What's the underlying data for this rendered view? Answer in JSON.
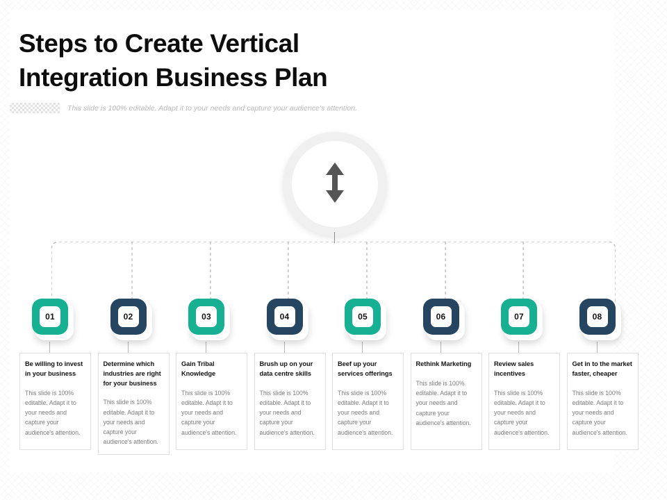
{
  "slide": {
    "title": "Steps to Create Vertical\nIntegration Business Plan",
    "subtitle": "This slide is 100% editable. Adapt it to your needs and capture your audience's attention.",
    "hub_icon": "up-down-arrow-icon"
  },
  "theme": {
    "teal": "#17b093",
    "navy": "#254560",
    "ring": "#f0f0f0",
    "dash": "#a8a8a8",
    "card_border": "#dedede",
    "body_text": "#7d7d7d",
    "title_text": "#0d0d0d"
  },
  "steps": [
    {
      "number": "01",
      "color": "teal",
      "title": "Be willing to invest in your business",
      "body": "This slide is 100% editable. Adapt it to your needs and capture your audience's attention."
    },
    {
      "number": "02",
      "color": "navy",
      "title": "Determine which industries are right for your business",
      "body": "This slide is 100% editable. Adapt it to your needs and capture your audience's attention."
    },
    {
      "number": "03",
      "color": "teal",
      "title": "Gain Tribal Knowledge",
      "body": "This slide is 100% editable. Adapt it to your needs and capture your audience's attention."
    },
    {
      "number": "04",
      "color": "navy",
      "title": "Brush up on your data centre skills",
      "body": "This slide is 100% editable. Adapt it to your needs and capture your audience's attention."
    },
    {
      "number": "05",
      "color": "teal",
      "title": "Beef up your services offerings",
      "body": "This slide is 100% editable. Adapt it to your needs and capture your audience's attention."
    },
    {
      "number": "06",
      "color": "navy",
      "title": "Rethink Marketing",
      "body": "This slide is 100% editable. Adapt it to your needs and capture your audience's attention."
    },
    {
      "number": "07",
      "color": "teal",
      "title": "Review sales incentives",
      "body": "This slide is 100% editable. Adapt it to your needs and capture your audience's attention."
    },
    {
      "number": "08",
      "color": "navy",
      "title": "Get in to the market faster, cheaper",
      "body": "This slide is 100% editable. Adapt it to your needs and capture your audience's attention."
    }
  ]
}
